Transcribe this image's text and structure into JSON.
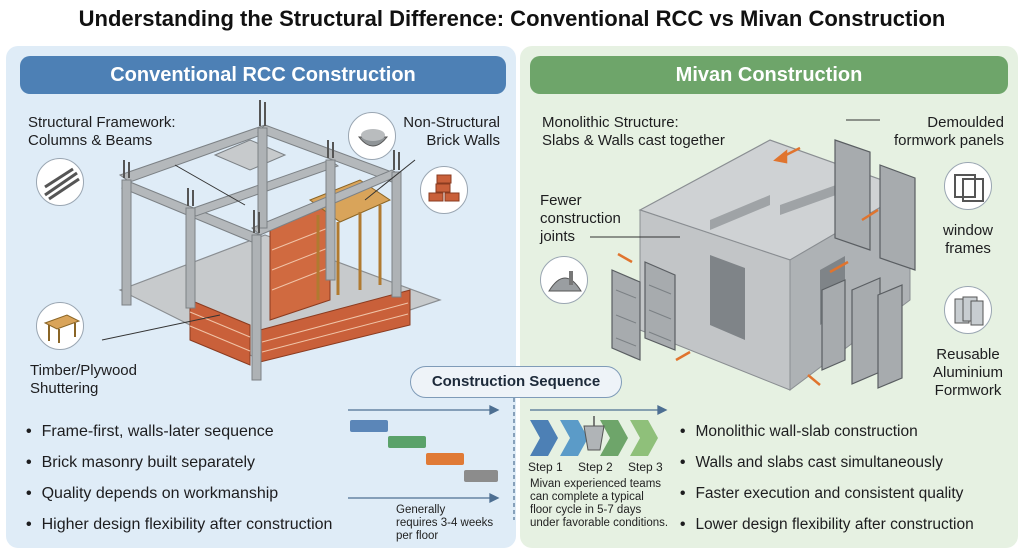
{
  "title": "Understanding the Structural Difference: Conventional RCC vs Mivan Construction",
  "left": {
    "header": "Conventional RCC Construction",
    "labels": {
      "framework": "Structural Framework:\nColumns & Beams",
      "brick_walls": "Non-Structural\nBrick Walls",
      "shuttering": "Timber/Plywood\nShuttering"
    },
    "bullets": [
      "Frame-first, walls-later sequence",
      "Brick masonry built separately",
      "Quality depends on workmanship",
      "Higher design flexibility after construction"
    ],
    "sequence_note": "Generally\nrequires 3-4 weeks\nper floor"
  },
  "right": {
    "header": "Mivan Construction",
    "labels": {
      "monolithic": "Monolithic Structure:\nSlabs & Walls cast together",
      "demoulded": "Demoulded\nformwork panels",
      "fewer_joints": "Fewer\nconstruction\njoints",
      "window_frames": "window\nframes",
      "reusable": "Reusable\nAluminium\nFormwork"
    },
    "steps": [
      "Step 1",
      "Step 2",
      "Step 3"
    ],
    "sequence_note": "Mivan experienced teams\ncan complete a typical\nfloor cycle in 5-7 days\nunder favorable conditions.",
    "bullets": [
      "Monolithic wall-slab construction",
      "Walls and slabs cast simultaneously",
      "Faster execution and consistent quality",
      "Lower design flexibility after construction"
    ]
  },
  "sequence_title": "Construction Sequence",
  "colors": {
    "rcc_blue": "#4d80b5",
    "mivan_green": "#6ea56a",
    "brick": "#c9603a",
    "timber": "#d9a45a",
    "concrete": "#b9bcbe",
    "arrow_orange": "#e0742e",
    "gantt": [
      "#5b86b8",
      "#5aa26a",
      "#e07a36",
      "#8c8c8c"
    ]
  },
  "icons": [
    "rebar-icon",
    "cement-bowl-icon",
    "bricks-icon",
    "timber-table-icon",
    "cement-pile-icon",
    "window-frame-icon",
    "aluminium-panel-icon",
    "bucket-icon"
  ]
}
